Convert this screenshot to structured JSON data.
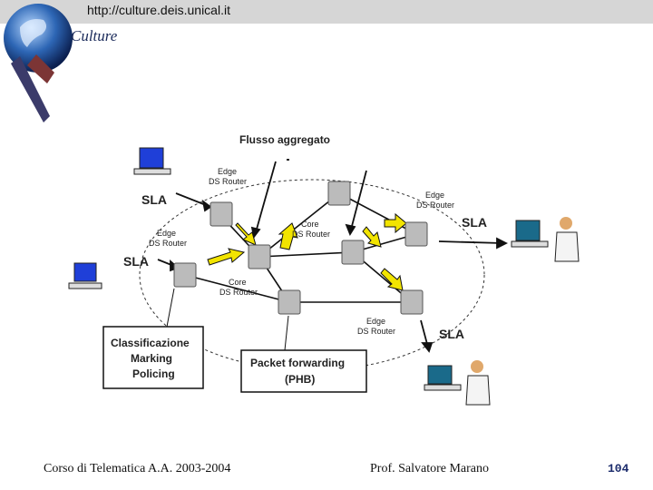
{
  "header": {
    "url": "http://culture.deis.unical.it",
    "logo_text": "Culture"
  },
  "diagram": {
    "title": "Flusso aggregato",
    "sla_label": "SLA",
    "edge_line1": "Edge",
    "core_line1": "Core",
    "router_line2_ds": "DS Router",
    "box_classification": [
      "Classificazione",
      "Marking",
      "Policing"
    ],
    "box_phb": [
      "Packet forwarding",
      "(PHB)"
    ]
  },
  "footer": {
    "course": "Corso di Telematica A.A. 2003-2004",
    "author": "Prof. Salvatore Marano",
    "page": "104"
  },
  "colors": {
    "arrow_yellow": "#f2e400",
    "screen_blue": "#1f3fd8",
    "router_gray": "#b9b9b9"
  }
}
